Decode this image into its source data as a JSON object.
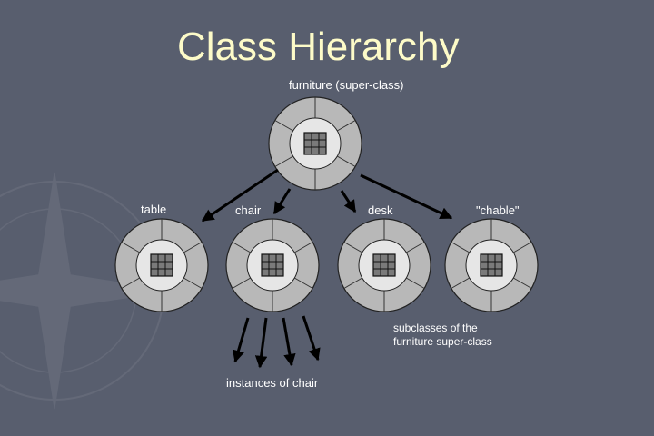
{
  "title": "Class Hierarchy",
  "labels": {
    "superclass": "furniture (super-class)",
    "table": "table",
    "chair": "chair",
    "desk": "desk",
    "chable": "\"chable\"",
    "subclasses_line1": "subclasses of the",
    "subclasses_line2": "furniture super-class",
    "instances": "instances of chair"
  },
  "colors": {
    "background": "#585e6e",
    "title": "#fdfbc8",
    "label": "#ffffff",
    "ring": "#b8b8b8",
    "inner": "#e6e6e6",
    "grid": "#7a7a7a"
  }
}
